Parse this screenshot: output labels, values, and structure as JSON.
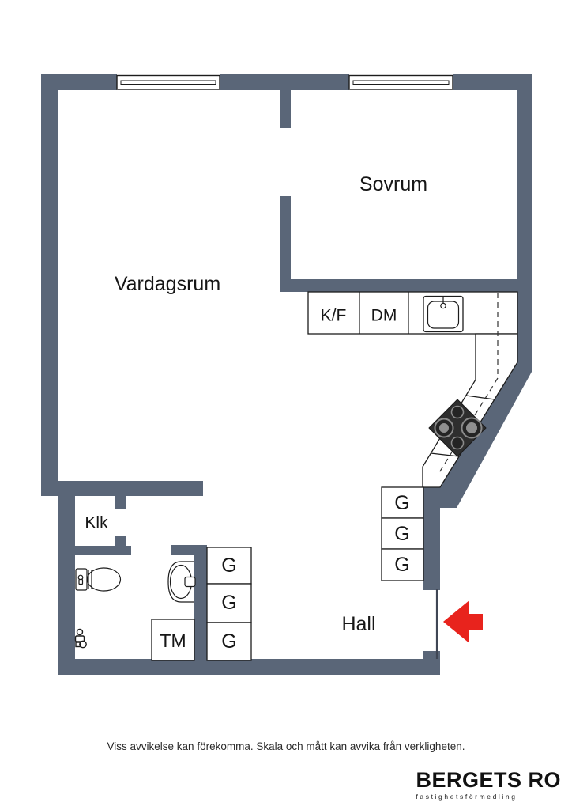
{
  "floorplan": {
    "rooms": {
      "living_room": "Vardagsrum",
      "bedroom": "Sovrum",
      "closet": "Klk",
      "hall": "Hall"
    },
    "kitchen": {
      "fridge_freezer": "K/F",
      "dishwasher": "DM"
    },
    "laundry": {
      "washing_machine": "TM"
    },
    "wardrobes_hall_east": [
      "G",
      "G",
      "G"
    ],
    "wardrobes_bathroom_wall": [
      "G",
      "G",
      "G"
    ],
    "colors": {
      "wall": "#5a6678",
      "entrance_arrow": "#e8231d",
      "stove": "#2e2e2e"
    }
  },
  "footer": {
    "disclaimer": "Viss avvikelse kan förekomma. Skala och mått kan avvika från verkligheten."
  },
  "brand": {
    "logo_text": "BERGETS RO",
    "logo_tagline": "fastighetsförmedling"
  }
}
